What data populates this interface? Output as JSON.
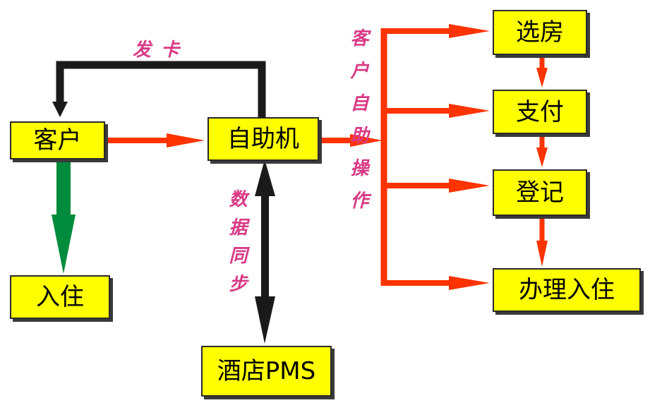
{
  "colors": {
    "box_fill": "#ffff00",
    "box_border": "#2a2a2a",
    "arrow_red": "#ff3300",
    "arrow_black": "#1a1a1a",
    "arrow_green": "#008c3c",
    "label_pink": "#d93a86"
  },
  "nodes": {
    "customer": "客户",
    "kiosk": "自助机",
    "checkin": "入住",
    "pms": "酒店PMS",
    "select_room": "选房",
    "payment": "支付",
    "register": "登记",
    "complete_checkin": "办理入住"
  },
  "labels": {
    "issue_card": "发卡",
    "data_sync": "数据同步",
    "self_service": "客户自助操作"
  }
}
